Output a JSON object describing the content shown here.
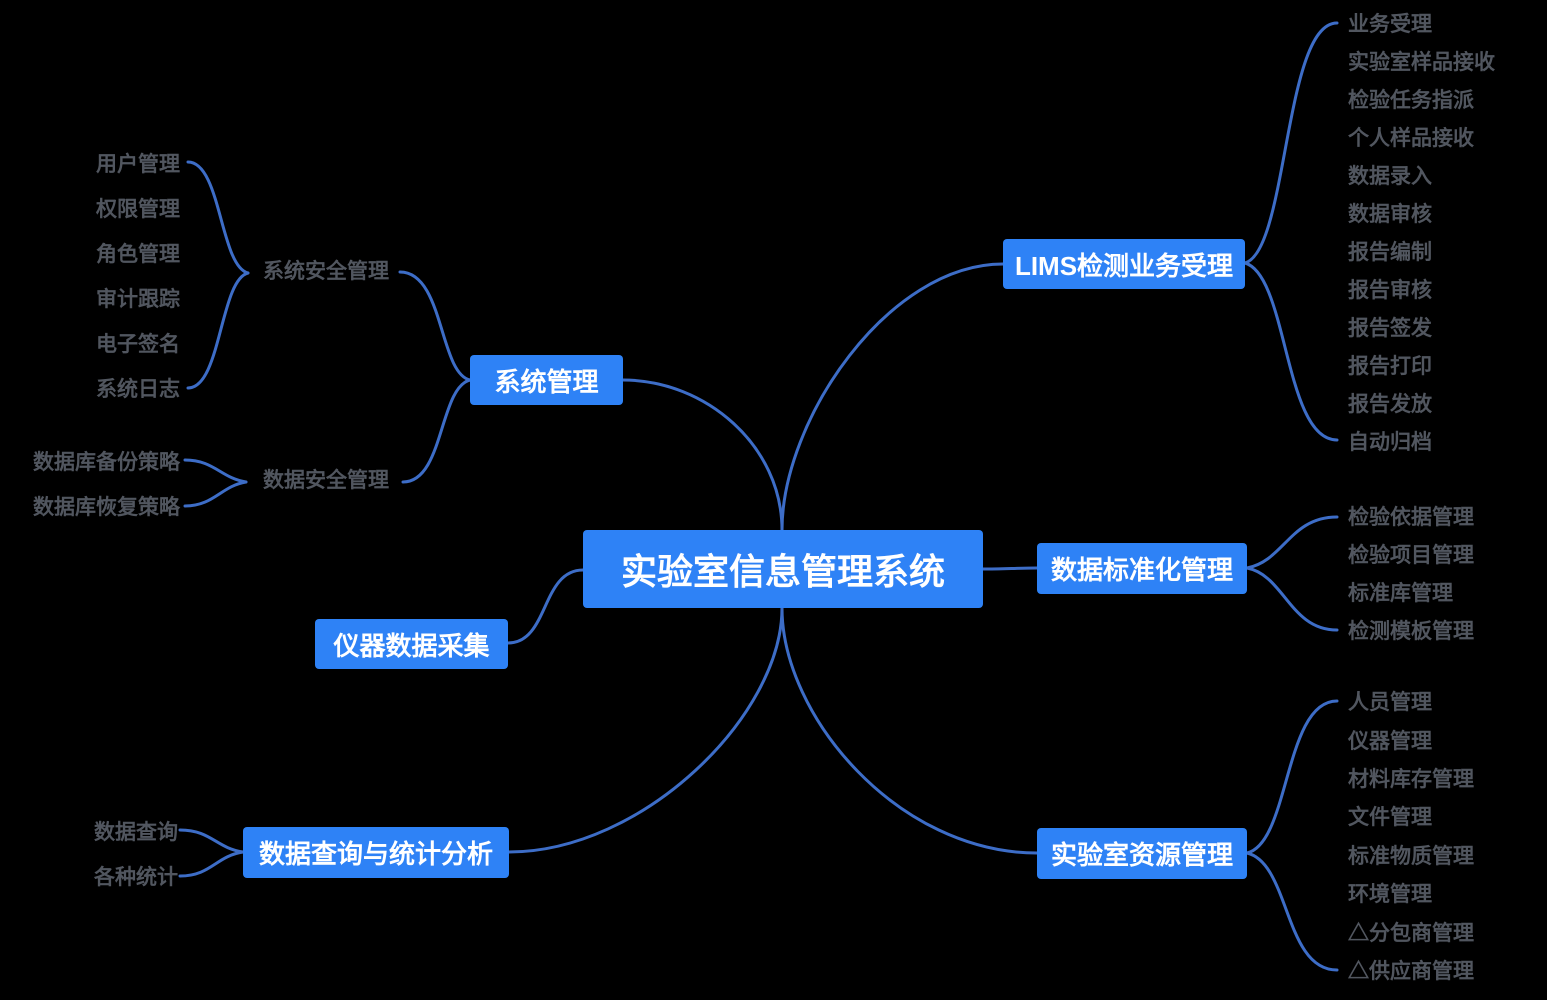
{
  "root": {
    "label": "实验室信息管理系统"
  },
  "branches": {
    "system_management": {
      "label": "系统管理",
      "children": {
        "system_security": {
          "label": "系统安全管理",
          "items": [
            "用户管理",
            "权限管理",
            "角色管理",
            "审计跟踪",
            "电子签名",
            "系统日志"
          ]
        },
        "data_security": {
          "label": "数据安全管理",
          "items": [
            "数据库备份策略",
            "数据库恢复策略"
          ]
        }
      }
    },
    "instrument_data": {
      "label": "仪器数据采集"
    },
    "data_query_stats": {
      "label": "数据查询与统计分析",
      "items": [
        "数据查询",
        "各种统计"
      ]
    },
    "lims_business": {
      "label": "LIMS检测业务受理",
      "items": [
        "业务受理",
        "实验室样品接收",
        "检验任务指派",
        "个人样品接收",
        "数据录入",
        "数据审核",
        "报告编制",
        "报告审核",
        "报告签发",
        "报告打印",
        "报告发放",
        "自动归档"
      ]
    },
    "data_standardization": {
      "label": "数据标准化管理",
      "items": [
        "检验依据管理",
        "检验项目管理",
        "标准库管理",
        "检测模板管理"
      ]
    },
    "lab_resources": {
      "label": "实验室资源管理",
      "items": [
        "人员管理",
        "仪器管理",
        "材料库存管理",
        "文件管理",
        "标准物质管理",
        "环境管理",
        "△分包商管理",
        "△供应商管理"
      ]
    }
  },
  "colors": {
    "background": "#000000",
    "node_bg": "#2e82f6",
    "node_text": "#ffffff",
    "leaf_text": "#51565f",
    "connector": "#3d6dc7"
  }
}
